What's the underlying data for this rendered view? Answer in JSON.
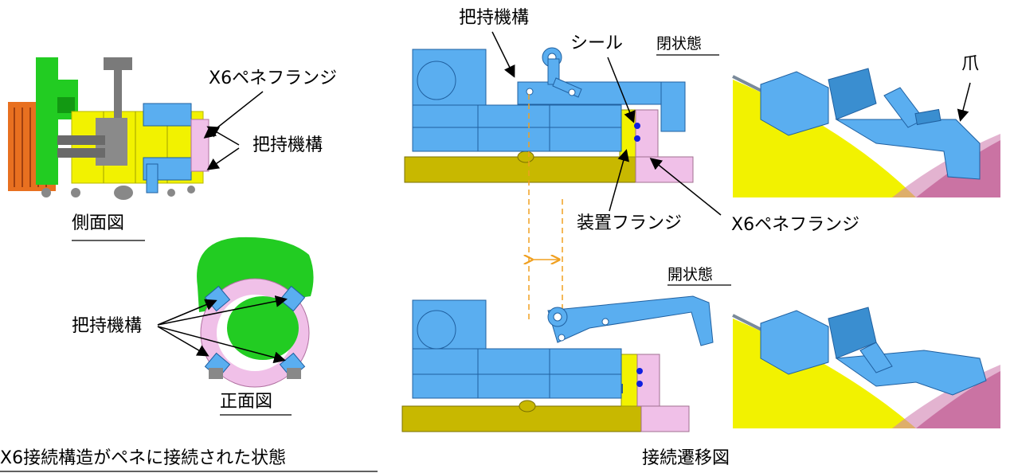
{
  "labels": {
    "x6_pene_flange_side": "X6ペネフランジ",
    "gripping_mechanism_side": "把持機構",
    "side_view": "側面図",
    "gripping_mechanism_front": "把持機構",
    "front_view": "正面図",
    "caption_left": "X6接続構造がペネに接続された状態",
    "gripping_mechanism_top": "把持機構",
    "seal": "シール",
    "closed_state": "閉状態",
    "claw": "爪",
    "device_flange": "装置フランジ",
    "x6_pene_flange_mid": "X6ペネフランジ",
    "open_state": "開状態",
    "caption_right": "接続遷移図"
  },
  "colors": {
    "mechanism_blue": "#5aaef0",
    "device_yellow": "#f2f200",
    "flange_pink": "#f0c0e8",
    "vessel_green": "#22cc22",
    "body_orange": "#e87020",
    "seal_dot": "#1020e0",
    "arrow_orange": "#f0a020",
    "base_olive": "#b8a800"
  }
}
